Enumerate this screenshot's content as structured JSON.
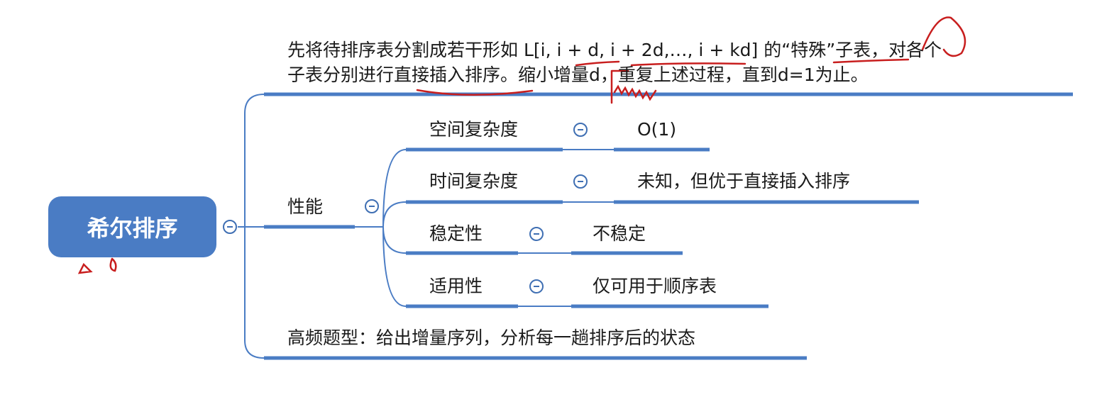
{
  "root": {
    "label": "希尔排序"
  },
  "definition": {
    "line1": "先将待排序表分割成若干形如 L[i, i + d, i + 2d,…, i + kd] 的“特殊”子表，对各个",
    "line2": "子表分别进行直接插入排序。缩小增量d，重复上述过程，直到d=1为止。"
  },
  "performance": {
    "label": "性能",
    "items": [
      {
        "label": "空间复杂度",
        "value": "O(1)"
      },
      {
        "label": "时间复杂度",
        "value": "未知，但优于直接插入排序"
      },
      {
        "label": "稳定性",
        "value": "不稳定"
      },
      {
        "label": "适用性",
        "value": "仅可用于顺序表"
      }
    ]
  },
  "frequent": {
    "label": "高频题型：给出增量序列，分析每一趟排序后的状态"
  },
  "colors": {
    "accent": "#4a7cc4",
    "line": "#3f6fb3",
    "annotation": "#c81e1e"
  }
}
